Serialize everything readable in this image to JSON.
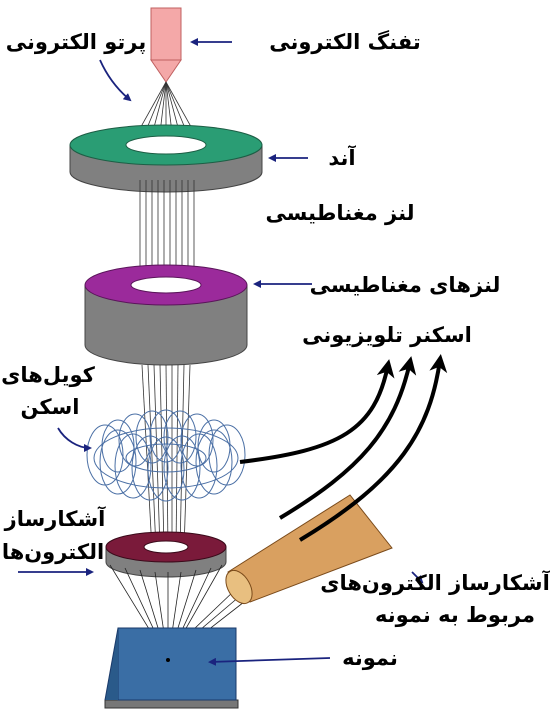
{
  "labels": {
    "electron_gun": "تفنگ الکترونی",
    "electron_beam": "پرتو الکترونی",
    "anode": "آند",
    "magnetic_lens": "لنز مغناطیسی",
    "magnetic_lenses": "لنزهای مغناطیسی",
    "tv_scanner": "اسکنر تلویزیونی",
    "scan_coils_line1": "کویل‌های",
    "scan_coils_line2": "اسکن",
    "electron_detector_line1": "آشکارساز",
    "electron_detector_line2": "الکترون‌ها",
    "specimen_detector_line1": "آشکارساز الکترون‌های",
    "specimen_detector_line2": "مربوط به نمونه",
    "specimen": "نمونه"
  },
  "colors": {
    "gun": "#f4a8a8",
    "anode_top": "#2a9d74",
    "lens_top": "#9b2a9b",
    "body_gray": "#808080",
    "detector_top": "#7a1a3a",
    "specimen": "#3a6ea5",
    "coil": "#4a6fa5",
    "detector_tube": "#d9a060"
  }
}
